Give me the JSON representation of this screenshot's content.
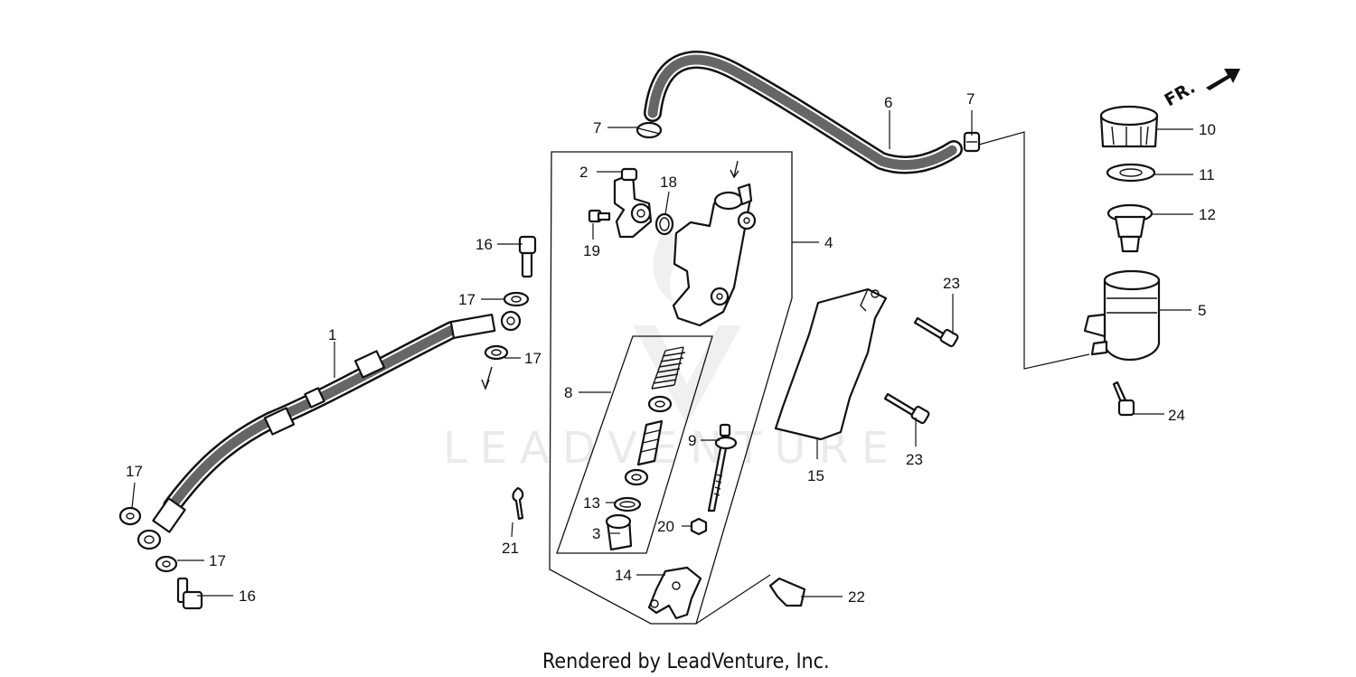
{
  "diagram": {
    "callouts": {
      "c1": "1",
      "c2": "2",
      "c3": "3",
      "c4": "4",
      "c5": "5",
      "c6": "6",
      "c7a": "7",
      "c7b": "7",
      "c8": "8",
      "c9": "9",
      "c10": "10",
      "c11": "11",
      "c12": "12",
      "c13": "13",
      "c14": "14",
      "c15": "15",
      "c16a": "16",
      "c16b": "16",
      "c17a": "17",
      "c17b": "17",
      "c17c": "17",
      "c17d": "17",
      "c18": "18",
      "c19": "19",
      "c20": "20",
      "c21": "21",
      "c22": "22",
      "c23a": "23",
      "c23b": "23",
      "c24": "24"
    },
    "direction_label": "FR.",
    "watermark": "LEADVENTURE",
    "footer": "Rendered by LeadVenture, Inc."
  }
}
